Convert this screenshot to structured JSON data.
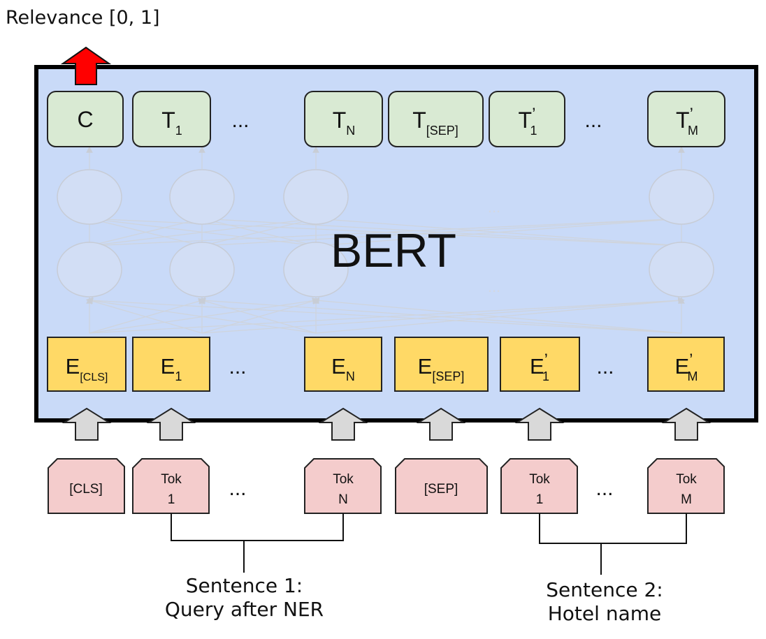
{
  "relevance_label": "Relevance [0, 1]",
  "model_label": "BERT",
  "outputs": [
    {
      "base": "C",
      "sub": "",
      "sup": ""
    },
    {
      "base": "T",
      "sub": "1",
      "sup": ""
    },
    {
      "base": "T",
      "sub": "N",
      "sup": ""
    },
    {
      "base": "T",
      "sub": "[SEP]",
      "sup": ""
    },
    {
      "base": "T",
      "sub": "1",
      "sup": "’"
    },
    {
      "base": "T",
      "sub": "M",
      "sup": "’"
    }
  ],
  "embeddings": [
    {
      "base": "E",
      "sub": "[CLS]",
      "sup": ""
    },
    {
      "base": "E",
      "sub": "1",
      "sup": ""
    },
    {
      "base": "E",
      "sub": "N",
      "sup": ""
    },
    {
      "base": "E",
      "sub": "[SEP]",
      "sup": ""
    },
    {
      "base": "E",
      "sub": "1",
      "sup": "’"
    },
    {
      "base": "E",
      "sub": "M",
      "sup": "’"
    }
  ],
  "tokens": [
    {
      "line1": "[CLS]",
      "line2": ""
    },
    {
      "line1": "Tok",
      "line2": "1"
    },
    {
      "line1": "Tok",
      "line2": "N"
    },
    {
      "line1": "[SEP]",
      "line2": ""
    },
    {
      "line1": "Tok",
      "line2": "1"
    },
    {
      "line1": "Tok",
      "line2": "M"
    }
  ],
  "ellipsis": "...",
  "hidden_ellipsis": "...",
  "sentence1": {
    "line1": "Sentence 1:",
    "line2": "Query after NER"
  },
  "sentence2": {
    "line1": "Sentence 2:",
    "line2": "Hotel name"
  },
  "colors": {
    "bert_fill": "#c9daf8",
    "output_fill": "#d9ead3",
    "embedding_fill": "#ffd966",
    "token_fill": "#f4cccc",
    "relevance_arrow": "#ff0000",
    "input_arrow": "#d9d9d9"
  }
}
